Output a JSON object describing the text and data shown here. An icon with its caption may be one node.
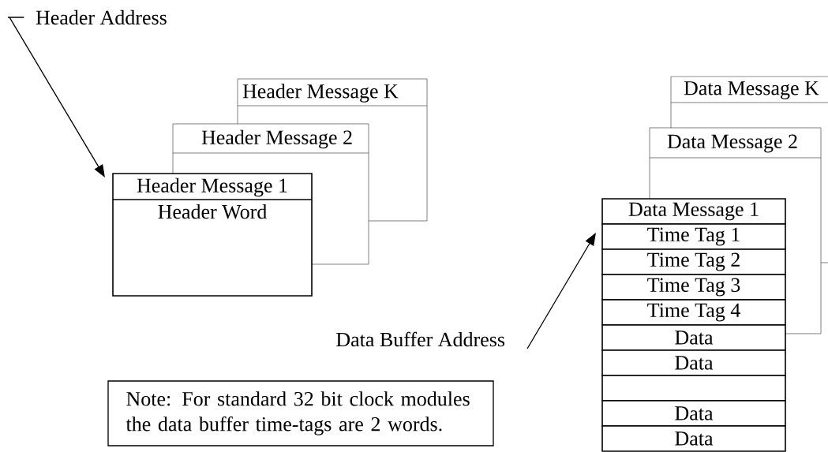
{
  "diagram": {
    "nodes": [
      {
        "text": [
          "Header Address"
        ]
      },
      {
        "text": [
          "Header Message K"
        ]
      },
      {
        "text": [
          "Header Message 2"
        ]
      },
      {
        "text": [
          "Header Message 1",
          "Header Word"
        ]
      },
      {
        "text": [
          "Data Message K"
        ]
      },
      {
        "text": [
          "Data Message 2"
        ]
      },
      {
        "text": [
          "Data Message 1"
        ]
      },
      {
        "text": [
          "Time Tag 1"
        ]
      },
      {
        "text": [
          "Time Tag 2"
        ]
      },
      {
        "text": [
          "Time Tag 3"
        ]
      },
      {
        "text": [
          "Time Tag 4"
        ]
      },
      {
        "text": [
          "Data"
        ]
      },
      {
        "text": [
          "Data"
        ]
      },
      {
        "text": [],
        "shape": "box"
      },
      {
        "text": [
          "Data"
        ]
      },
      {
        "text": [
          "Data"
        ]
      },
      {
        "text": [
          "Data Buffer Address"
        ]
      },
      {
        "text": [
          "Note: For standard 32 bit clock modules the data buffer time-tags are 2 words."
        ]
      }
    ],
    "edges": [
      {
        "from": 0,
        "to": 3,
        "arrow": "to"
      },
      {
        "from": 16,
        "to": 7,
        "arrow": "to"
      }
    ]
  }
}
